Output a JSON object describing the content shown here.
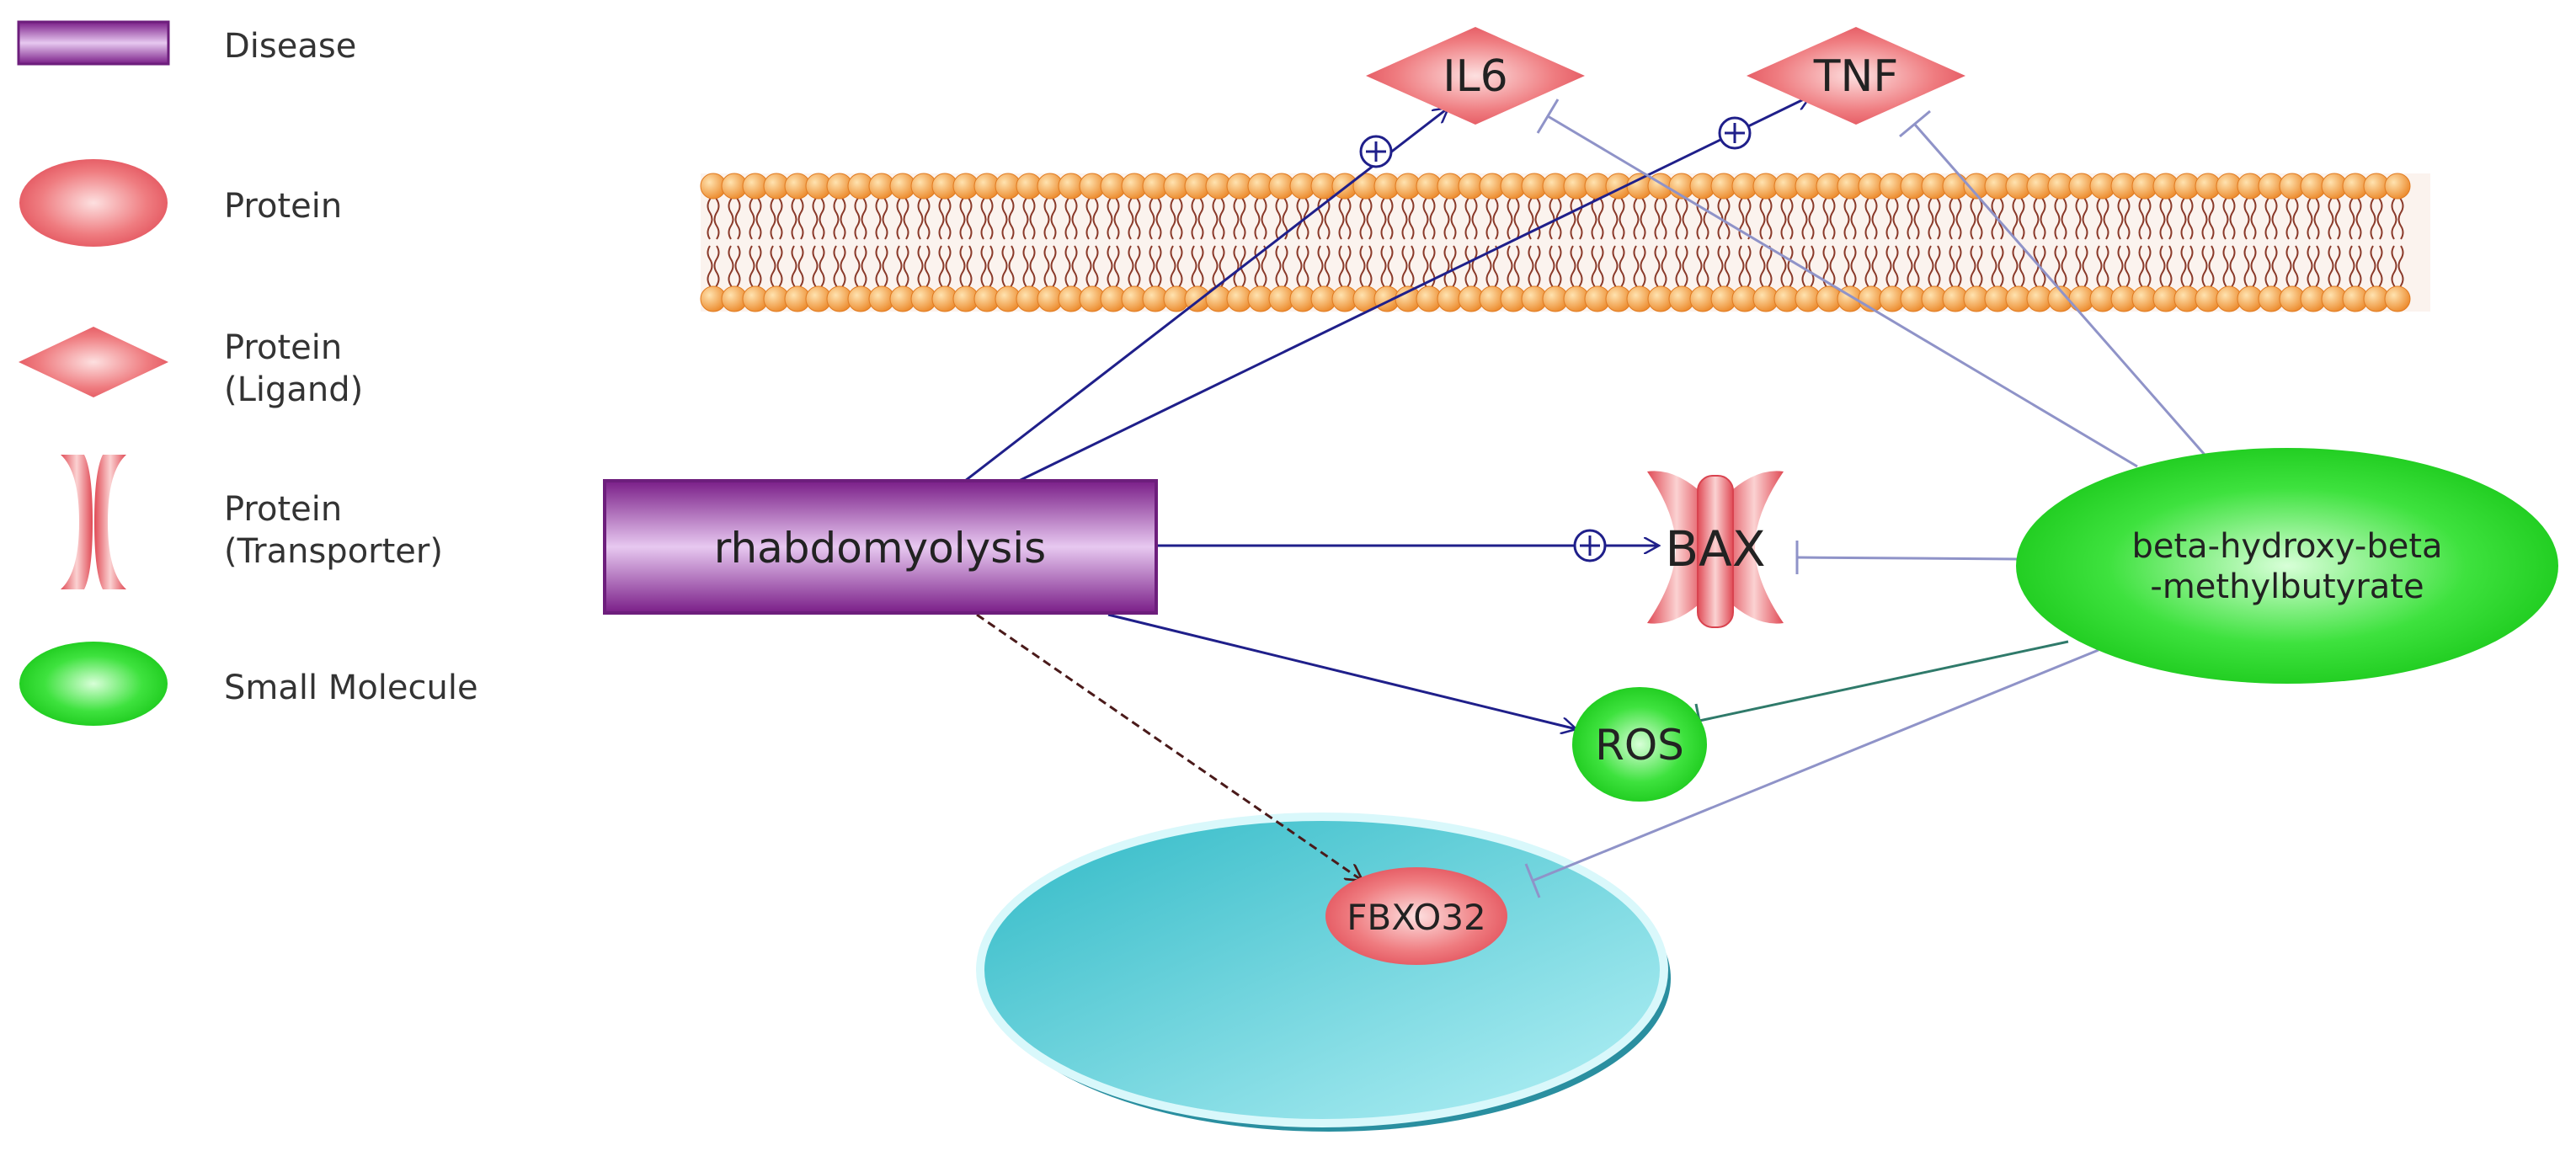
{
  "legend": {
    "disease": "Disease",
    "protein": "Protein",
    "ligand_1": "Protein",
    "ligand_2": "(Ligand)",
    "transporter_1": "Protein",
    "transporter_2": "(Transporter)",
    "small_molecule": "Small Molecule"
  },
  "nodes": {
    "il6": "IL6",
    "tnf": "TNF",
    "rhabdo": "rhabdomyolysis",
    "bax": "BAX",
    "ros": "ROS",
    "fbxo32": "FBXO32",
    "hmb_1": "beta-hydroxy-beta",
    "hmb_2": "-methylbutyrate"
  },
  "edges": [
    {
      "from": "rhabdomyolysis",
      "to": "IL6",
      "type": "activation",
      "sign": "+"
    },
    {
      "from": "rhabdomyolysis",
      "to": "TNF",
      "type": "activation",
      "sign": "+"
    },
    {
      "from": "rhabdomyolysis",
      "to": "BAX",
      "type": "activation",
      "sign": "+"
    },
    {
      "from": "rhabdomyolysis",
      "to": "ROS",
      "type": "activation"
    },
    {
      "from": "rhabdomyolysis",
      "to": "FBXO32",
      "type": "indirect"
    },
    {
      "from": "beta-hydroxy-beta-methylbutyrate",
      "to": "IL6",
      "type": "inhibition"
    },
    {
      "from": "beta-hydroxy-beta-methylbutyrate",
      "to": "TNF",
      "type": "inhibition"
    },
    {
      "from": "beta-hydroxy-beta-methylbutyrate",
      "to": "BAX",
      "type": "inhibition"
    },
    {
      "from": "beta-hydroxy-beta-methylbutyrate",
      "to": "ROS",
      "type": "inhibition"
    },
    {
      "from": "beta-hydroxy-beta-methylbutyrate",
      "to": "FBXO32",
      "type": "inhibition"
    }
  ],
  "colors": {
    "disease": "#8e2f9e",
    "protein": "#e8646c",
    "small_molecule": "#22cc22",
    "membrane": "#f39a3a",
    "nucleus": "#49c8d4",
    "activation_edge": "#1f1f8a",
    "inhibition_edge": "#8f93c8"
  }
}
